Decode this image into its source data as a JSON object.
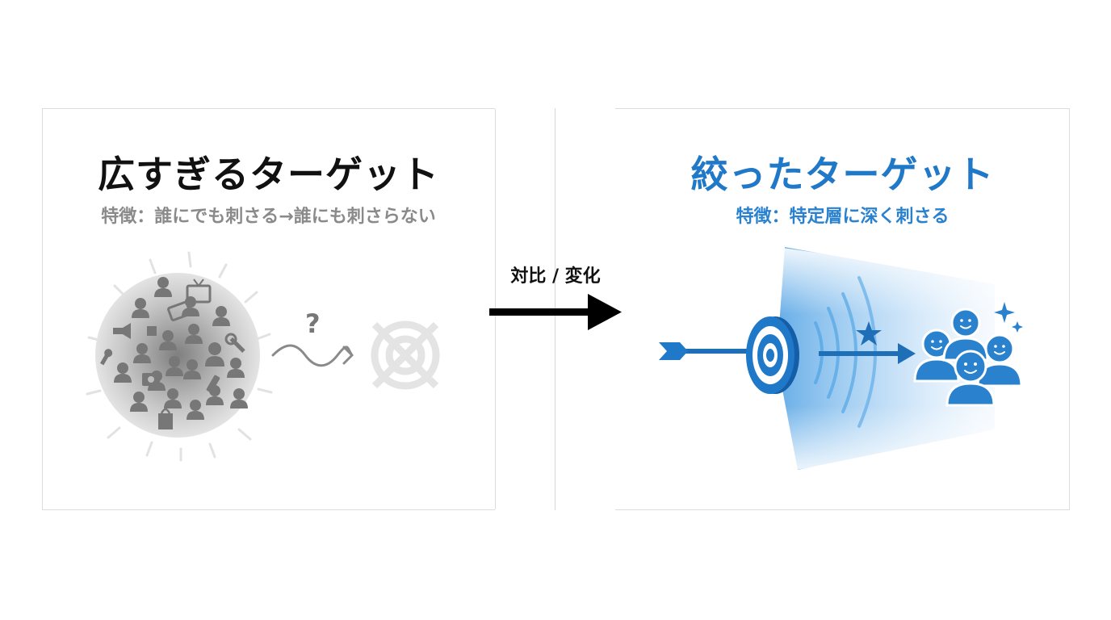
{
  "left": {
    "title": "広すぎるターゲット",
    "subtitle": "特徴：誰にでも刺さる→誰にも刺さらない",
    "question_mark": "?"
  },
  "middle": {
    "label": "対比 / 変化"
  },
  "right": {
    "title": "絞ったターゲット",
    "subtitle": "特徴：特定層に深く刺さる"
  },
  "colors": {
    "dark_text": "#111111",
    "muted_gray": "#8a8a8a",
    "accent_blue": "#1f78c8",
    "light_blue": "#5aa9e6"
  }
}
